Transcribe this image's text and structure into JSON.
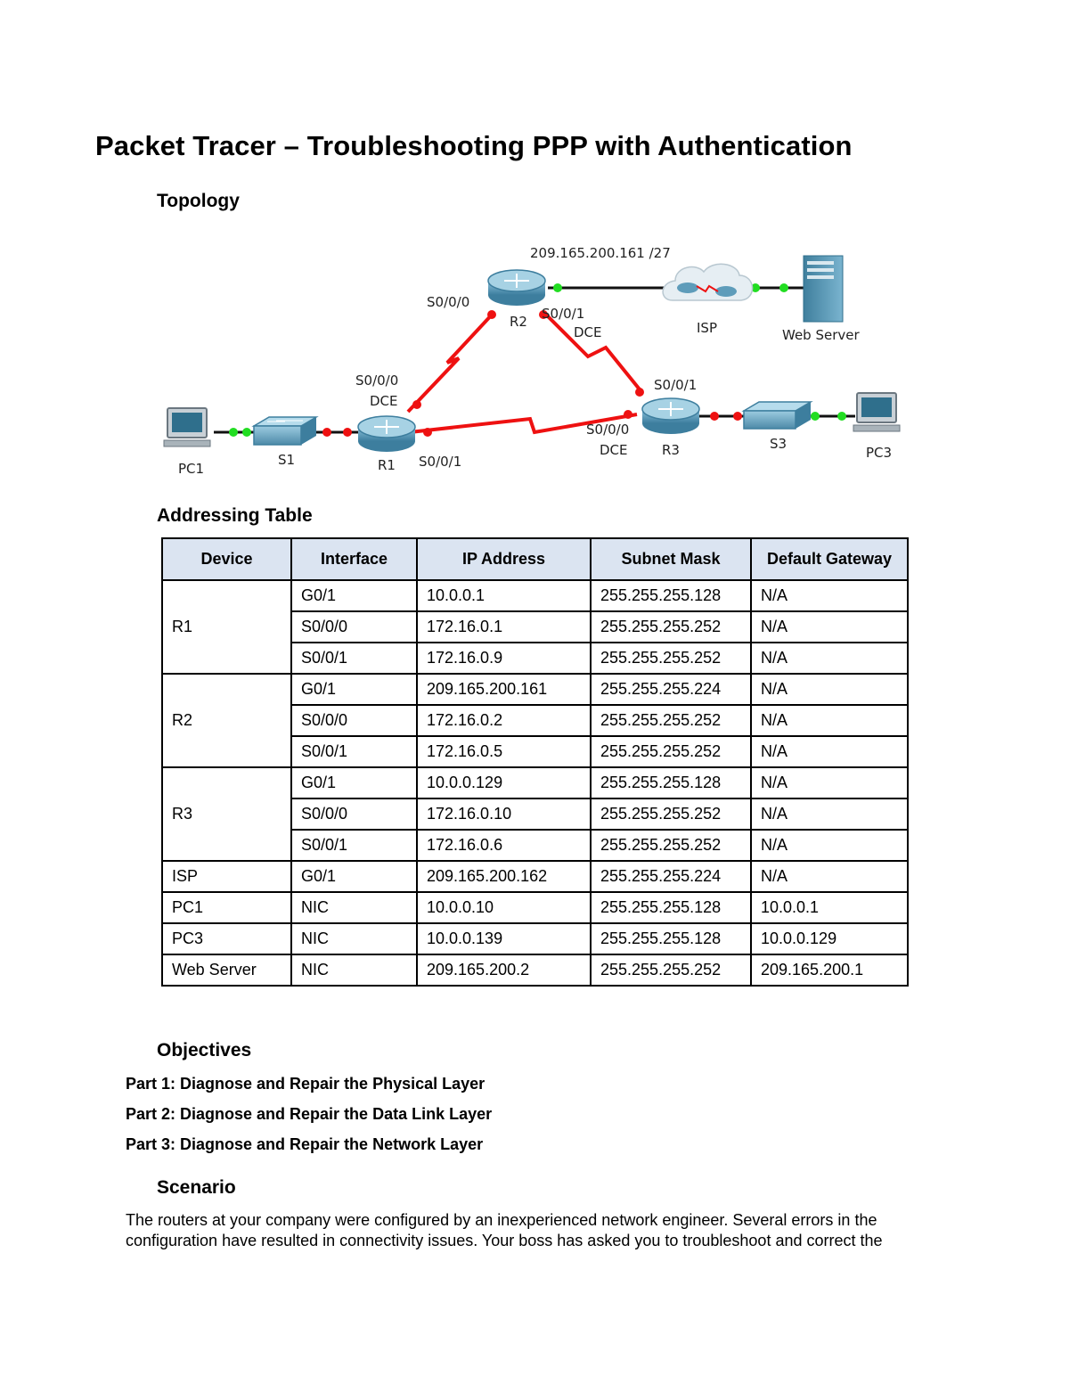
{
  "title": "Packet Tracer – Troubleshooting PPP with Authentication",
  "sections": {
    "topology": "Topology",
    "addressing": "Addressing Table",
    "objectives": "Objectives",
    "scenario": "Scenario"
  },
  "topology": {
    "devices": {
      "pc1": "PC1",
      "s1": "S1",
      "r1": "R1",
      "r2": "R2",
      "r3": "R3",
      "s3": "S3",
      "pc3": "PC3",
      "isp": "ISP",
      "web": "Web Server"
    },
    "labels": {
      "isp_net": "209.165.200.161 /27",
      "r2_s000": "S0/0/0",
      "r2_s001": "S0/0/1",
      "r2_dce": "DCE",
      "r1_s000": "S0/0/0",
      "r1_dce": "DCE",
      "r1_s001": "S0/0/1",
      "r3_s001": "S0/0/1",
      "r3_s000": "S0/0/0",
      "r3_dce": "DCE"
    },
    "colors": {
      "serial_link": "#ee1111",
      "up_port": "#22dd22",
      "down_port": "#ee1111",
      "device": "#4a8fb0"
    }
  },
  "addressing_table": {
    "headers": [
      "Device",
      "Interface",
      "IP Address",
      "Subnet Mask",
      "Default Gateway"
    ],
    "groups": [
      {
        "device": "R1",
        "rows": [
          [
            "G0/1",
            "10.0.0.1",
            "255.255.255.128",
            "N/A"
          ],
          [
            "S0/0/0",
            "172.16.0.1",
            "255.255.255.252",
            "N/A"
          ],
          [
            "S0/0/1",
            "172.16.0.9",
            "255.255.255.252",
            "N/A"
          ]
        ]
      },
      {
        "device": "R2",
        "rows": [
          [
            "G0/1",
            "209.165.200.161",
            "255.255.255.224",
            "N/A"
          ],
          [
            "S0/0/0",
            "172.16.0.2",
            "255.255.255.252",
            "N/A"
          ],
          [
            "S0/0/1",
            "172.16.0.5",
            "255.255.255.252",
            "N/A"
          ]
        ]
      },
      {
        "device": "R3",
        "rows": [
          [
            "G0/1",
            "10.0.0.129",
            "255.255.255.128",
            "N/A"
          ],
          [
            "S0/0/0",
            "172.16.0.10",
            "255.255.255.252",
            "N/A"
          ],
          [
            "S0/0/1",
            "172.16.0.6",
            "255.255.255.252",
            "N/A"
          ]
        ]
      },
      {
        "device": "ISP",
        "rows": [
          [
            "G0/1",
            "209.165.200.162",
            "255.255.255.224",
            "N/A"
          ]
        ]
      },
      {
        "device": "PC1",
        "rows": [
          [
            "NIC",
            "10.0.0.10",
            "255.255.255.128",
            "10.0.0.1"
          ]
        ]
      },
      {
        "device": "PC3",
        "rows": [
          [
            "NIC",
            "10.0.0.139",
            "255.255.255.128",
            "10.0.0.129"
          ]
        ]
      },
      {
        "device": "Web Server",
        "rows": [
          [
            "NIC",
            "209.165.200.2",
            "255.255.255.252",
            "209.165.200.1"
          ]
        ]
      }
    ]
  },
  "objectives": [
    "Part 1: Diagnose and Repair the Physical Layer",
    "Part 2: Diagnose and Repair the Data Link Layer",
    "Part 3: Diagnose and Repair the Network Layer"
  ],
  "scenario": {
    "text": "The routers at your company were configured by an inexperienced network engineer. Several errors in the configuration have resulted in connectivity issues. Your boss has asked you to troubleshoot and correct the"
  }
}
